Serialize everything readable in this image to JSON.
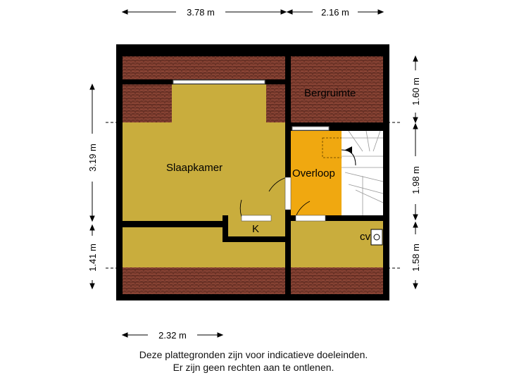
{
  "rooms": {
    "slaapkamer": "Slaapkamer",
    "bergruimte": "Bergruimte",
    "overloop": "Overloop",
    "k": "K",
    "cv": "cv"
  },
  "dimensions": {
    "top_left": "3.78 m",
    "top_right": "2.16 m",
    "right_top": "1.60 m",
    "right_middle": "1.98 m",
    "right_bottom": "1.58 m",
    "left_top": "3.19 m",
    "left_bottom": "1.41 m",
    "bottom": "2.32 m"
  },
  "disclaimer": {
    "line1": "Deze plattegronden zijn voor indicatieve doeleinden.",
    "line2": "Er zijn geen rechten aan te ontlenen."
  },
  "colors": {
    "wall": "#000000",
    "room_fill": "#c9ad3d",
    "overloop_fill": "#f0a810",
    "roof_tile": "#7a3a2c",
    "stair_fill": "#ffffff"
  }
}
